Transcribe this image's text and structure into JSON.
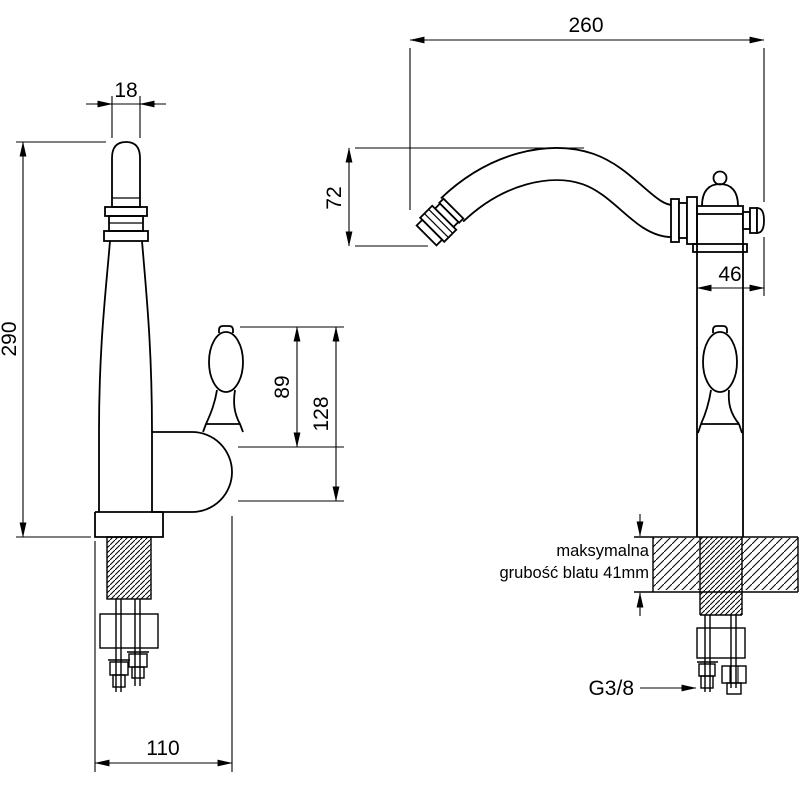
{
  "drawing": {
    "front_view": {
      "dim_spout_top_width": "18",
      "dim_total_height": "290",
      "dim_handle_to_mid": "89",
      "dim_handle_to_base": "128",
      "dim_base_width": "110"
    },
    "side_view": {
      "dim_spout_reach": "260",
      "dim_spout_drop": "72",
      "dim_body_depth": "46",
      "note_counter_line1": "maksymalna",
      "note_counter_line2": "grubość blatu 41mm",
      "label_thread": "G3/8"
    },
    "colors": {
      "line": "#000000",
      "background": "#ffffff"
    }
  }
}
